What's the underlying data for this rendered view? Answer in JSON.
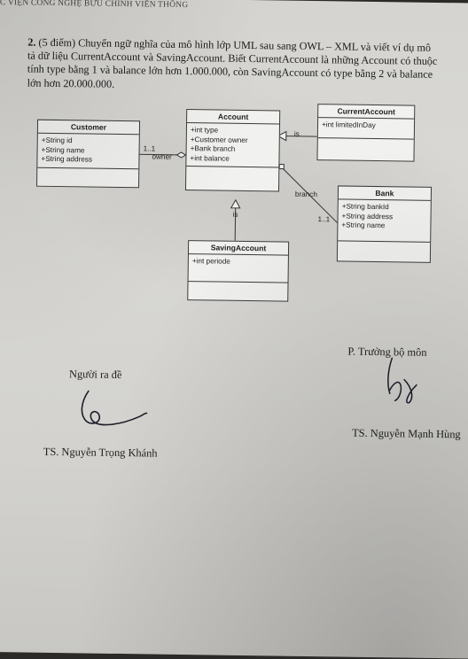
{
  "header": {
    "text": "C VIỆN CÔNG NGHỆ BƯU CHÍNH VIỄN THÔNG"
  },
  "question": {
    "number": "2.",
    "text": "(5 điểm) Chuyển ngữ nghĩa của mô hình lớp UML sau sang OWL – XML và viết ví dụ mô tả dữ liệu CurrentAccount và SavingAccount. Biết CurrentAccount là những Account có thuộc tính type bằng 1 và balance lớn hơn 1.000.000, còn SavingAccount có type bằng 2 và balance lớn hơn 20.000.000."
  },
  "uml": {
    "customer": {
      "name": "Customer",
      "attributes": [
        "+String id",
        "+String name",
        "+String address"
      ]
    },
    "account": {
      "name": "Account",
      "attributes": [
        "+int type",
        "+Customer owner",
        "+Bank branch",
        "+int balance"
      ]
    },
    "current_account": {
      "name": "CurrentAccount",
      "attributes": [
        "+int limitedInDay"
      ]
    },
    "bank": {
      "name": "Bank",
      "attributes": [
        "+String bankId",
        "+String address",
        "+String name"
      ]
    },
    "saving_account": {
      "name": "SavingAccount",
      "attributes": [
        "+int periode"
      ]
    },
    "labels": {
      "owner_mult": "1..1",
      "owner": "owner",
      "current_is": "is",
      "branch": "branch",
      "branch_mult": "1..1",
      "saving_is": "is"
    }
  },
  "signatures": {
    "left_role": "Người ra đề",
    "left_name": "TS. Nguyễn Trọng Khánh",
    "right_role": "P. Trưởng bộ môn",
    "right_name": "TS. Nguyễn Mạnh Hùng"
  }
}
